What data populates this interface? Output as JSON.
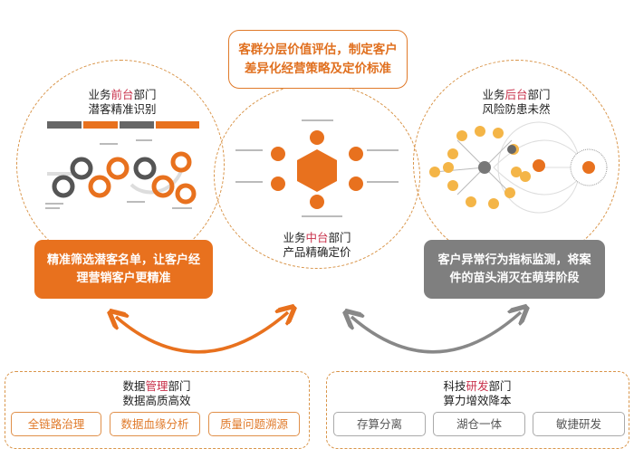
{
  "top_callout": {
    "line1": "客群分层价值评估，制定客户",
    "line2": "差异化经营策略及定价标准"
  },
  "front": {
    "pre": "业务",
    "hl": "前台",
    "post": "部门",
    "subtitle": "潜客精准识别",
    "callout_line1": "精准筛选潜客名单，让客户经",
    "callout_line2": "理营销客户更精准"
  },
  "middle": {
    "pre": "业务",
    "hl": "中台",
    "post": "部门",
    "subtitle": "产品精确定价"
  },
  "back": {
    "pre": "业务",
    "hl": "后台",
    "post": "部门",
    "subtitle": "风险防患未然",
    "callout_line1": "客户异常行为指标监测，将案",
    "callout_line2": "件的苗头消灭在萌芽阶段"
  },
  "data_mgmt": {
    "pre": "数据",
    "hl": "管理",
    "post": "部门",
    "subtitle": "数据高质高效",
    "buttons": [
      "全链路治理",
      "数据血缘分析",
      "质量问题溯源"
    ]
  },
  "tech_rd": {
    "pre": "科技",
    "hl": "研发",
    "post": "部门",
    "subtitle": "算力增效降本",
    "buttons": [
      "存算分离",
      "湖仓一体",
      "敏捷研发"
    ]
  },
  "colors": {
    "orange": "#e8711e",
    "gray": "#7f7f7f",
    "highlight": "#c8304a"
  }
}
